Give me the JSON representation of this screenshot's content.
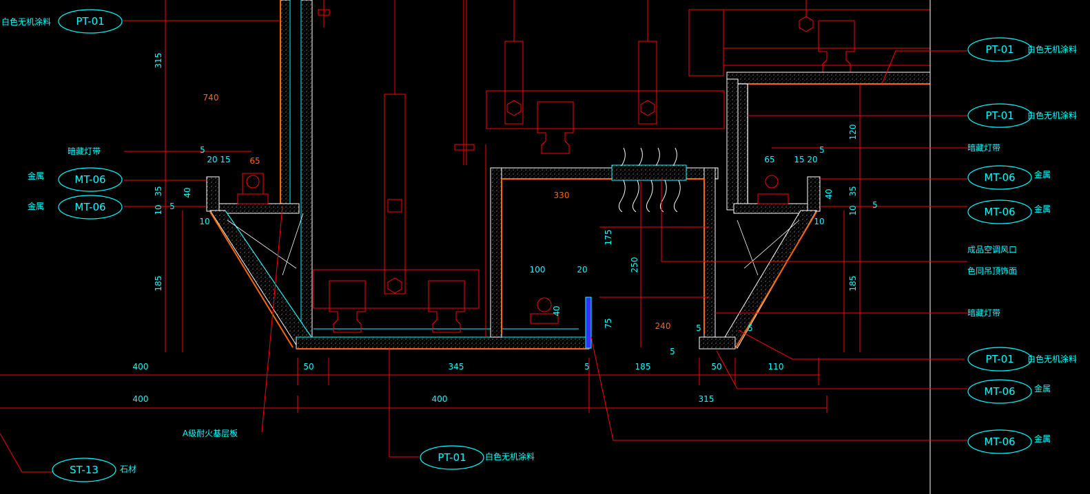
{
  "colors": {
    "background": "#000000",
    "cyan": "#00ffff",
    "red": "#ff0000",
    "orange": "#ff6600",
    "white": "#ffffff",
    "blue": "#3333ff"
  },
  "tags": [
    {
      "code": "PT-01",
      "desc": "白色无机涂料"
    },
    {
      "code": "MT-06",
      "desc": "金属"
    },
    {
      "code": "MT-06",
      "desc": "金属"
    },
    {
      "code": "ST-13",
      "desc": "石材"
    },
    {
      "code": "PT-01",
      "desc": "白色无机涂料"
    },
    {
      "code": "PT-01",
      "desc": "白色无机涂料"
    },
    {
      "code": "PT-01",
      "desc": "白色无机涂料"
    },
    {
      "code": "MT-06",
      "desc": "金属"
    },
    {
      "code": "MT-06",
      "desc": "金属"
    },
    {
      "code": "PT-01",
      "desc": "白色无机涂料"
    },
    {
      "code": "MT-06",
      "desc": "金属"
    },
    {
      "code": "MT-06",
      "desc": "金属"
    }
  ],
  "notes": {
    "left_light_strip": "暗藏灯带",
    "fireproof_board": "A级耐火基层板",
    "right_light_strip": "暗藏灯带",
    "ac_vent": "成品空调风口",
    "ceiling_match": "色同吊顶饰面",
    "lower_light_strip": "暗藏灯带"
  },
  "dims_cyan": {
    "v315": "315",
    "v185_left": "185",
    "d5_top": "5",
    "d20": "20",
    "d15": "15",
    "d35": "35",
    "d40_left": "40",
    "d10_left": "10",
    "d5_left": "5",
    "d10_bot": "10",
    "b400a": "400",
    "b50": "50",
    "b345": "345",
    "b5": "5",
    "b185": "185",
    "b50b": "50",
    "b110": "110",
    "c400a": "400",
    "c400b": "400",
    "c315": "315",
    "v175": "175",
    "v250": "250",
    "v75": "75",
    "d100": "100",
    "d20b": "20",
    "d40b": "40",
    "d5c": "5",
    "d5d": "5",
    "d5e": "5",
    "r65": "65",
    "r15": "15",
    "r20": "20",
    "r5": "5",
    "r40": "40",
    "r35": "35",
    "r10": "10",
    "r10b": "10",
    "r5b": "5",
    "v120": "120",
    "v185_right": "185"
  },
  "dims_orange": {
    "d740": "740",
    "d65": "65",
    "d330": "330",
    "d240": "240"
  }
}
